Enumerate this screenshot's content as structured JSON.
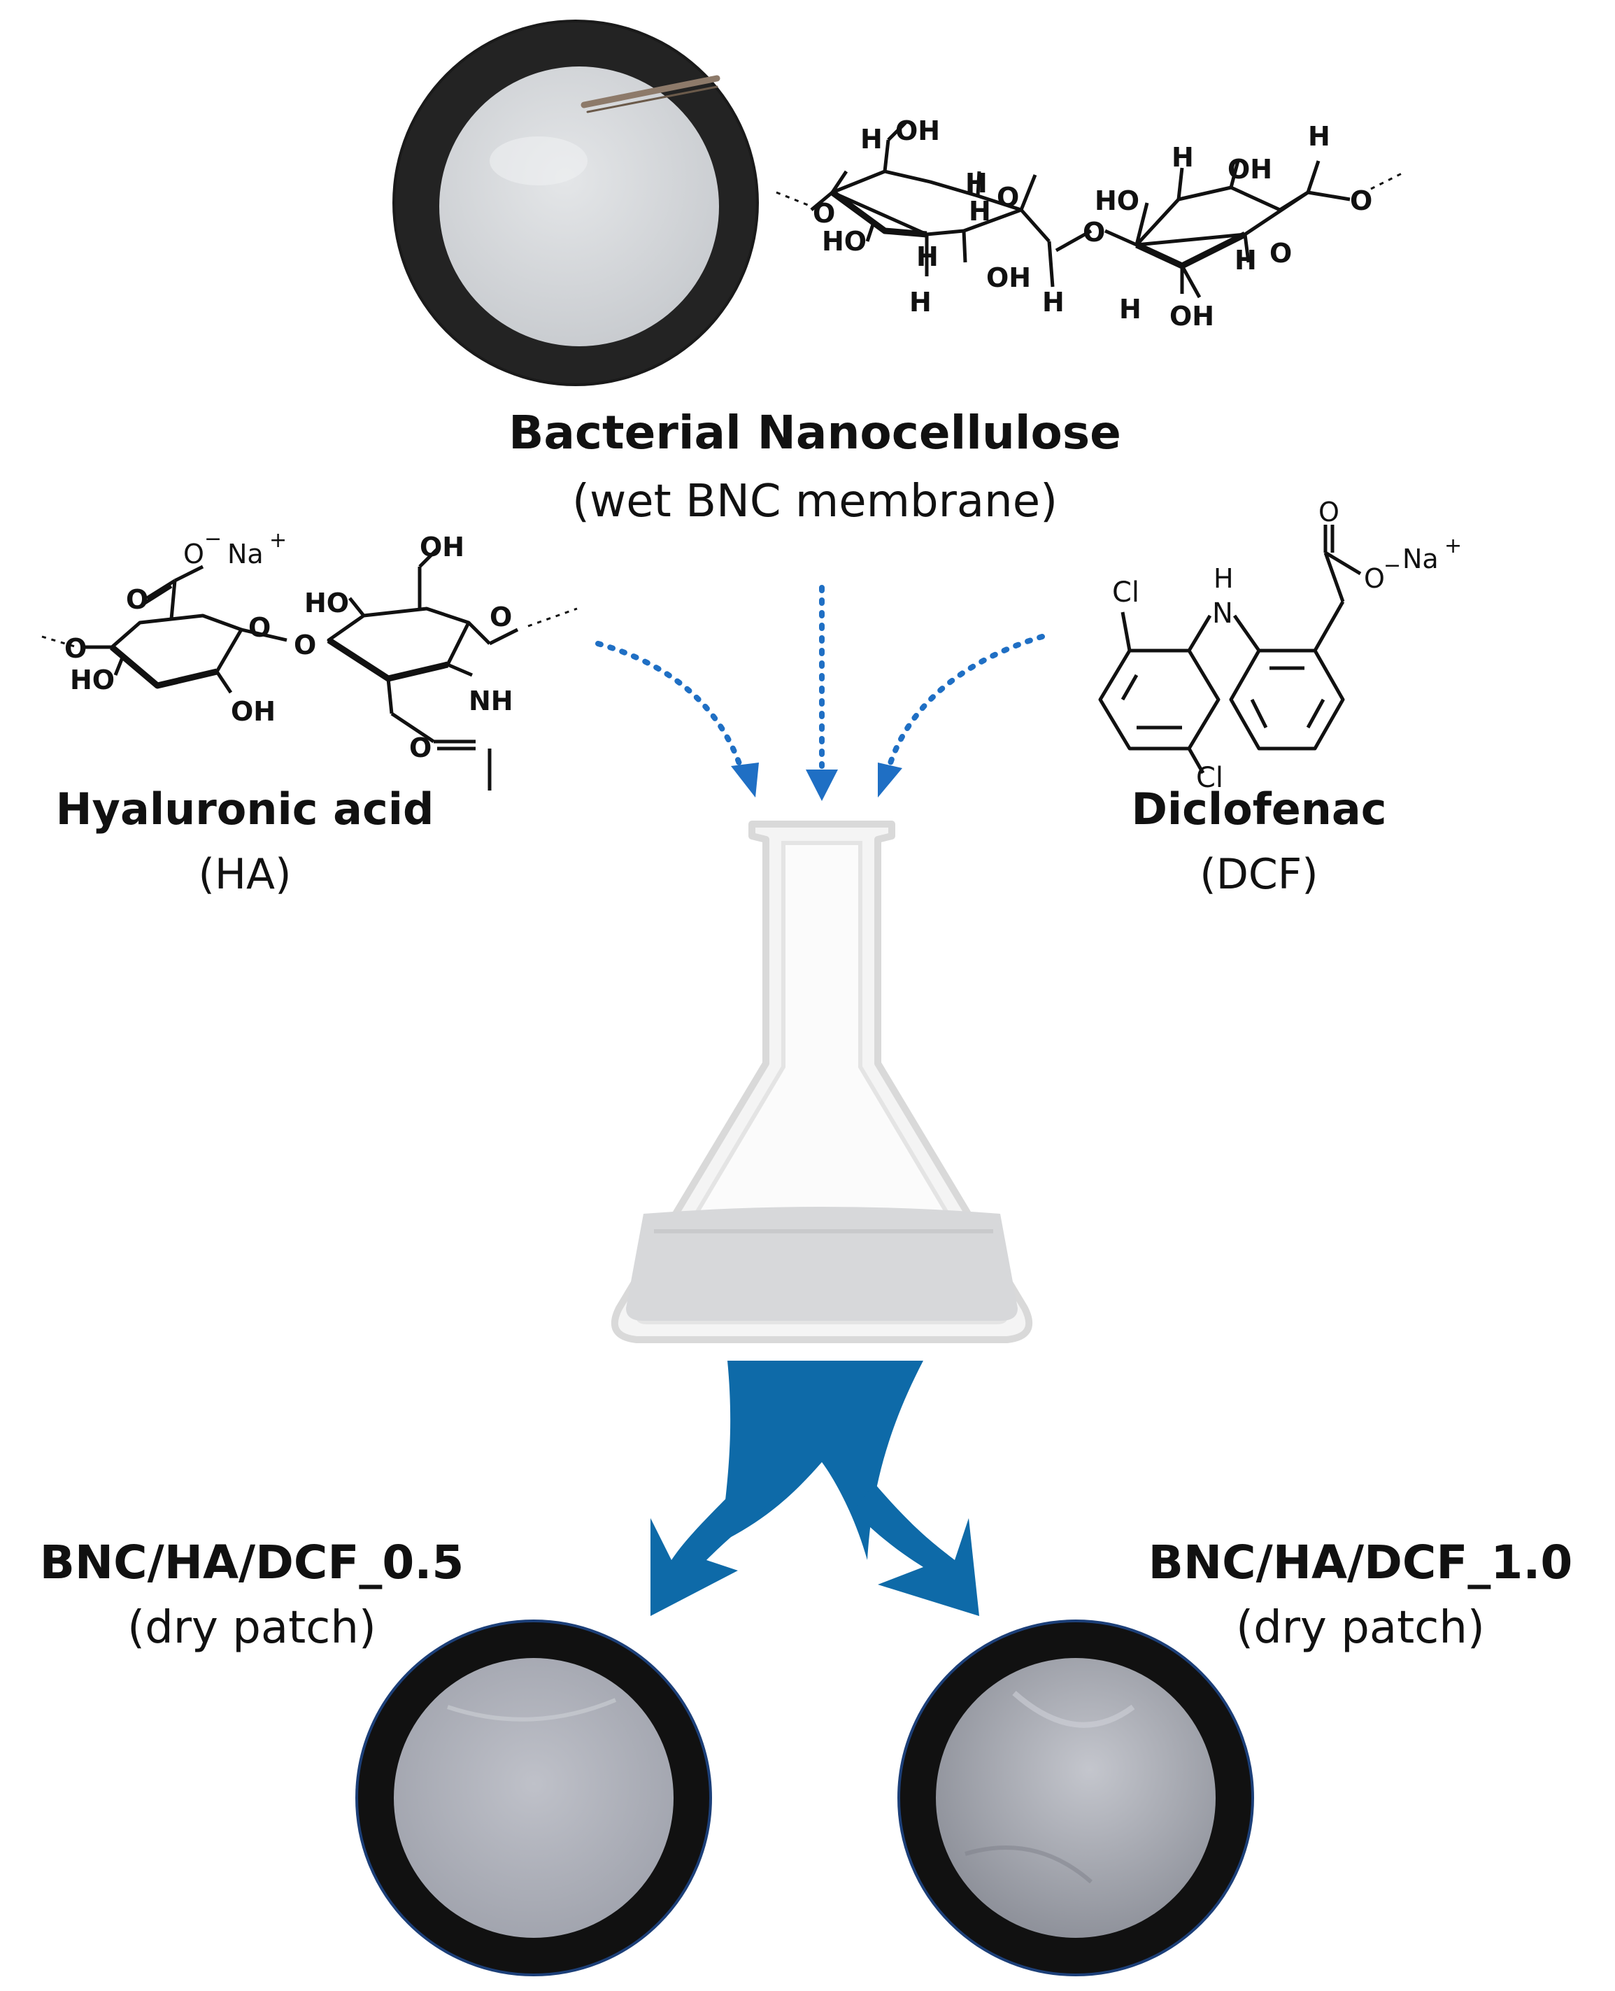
{
  "bnc": {
    "title": "Bacterial Nanocellulose",
    "subtitle": "(wet BNC membrane)"
  },
  "ha": {
    "title": "Hyaluronic acid",
    "subtitle": "(HA)"
  },
  "dcf": {
    "title": "Diclofenac",
    "subtitle": "(DCF)"
  },
  "products": [
    {
      "title": "BNC/HA/DCF_0.5",
      "subtitle": "(dry patch)"
    },
    {
      "title": "BNC/HA/DCF_1.0",
      "subtitle": "(dry patch)"
    }
  ],
  "structure_atoms": {
    "oh": "OH",
    "ho": "HO",
    "h": "H",
    "o": "O",
    "o_minus": "O",
    "minus": "−",
    "na": "Na",
    "plus": "+",
    "nh": "NH",
    "n": "N",
    "cl": "Cl"
  },
  "colors": {
    "arrow_blue": "#1f6fc4",
    "split_arrow_blue": "#0e6aa8",
    "flask_liquid": "#d7d8da",
    "dish_black": "#111111"
  }
}
